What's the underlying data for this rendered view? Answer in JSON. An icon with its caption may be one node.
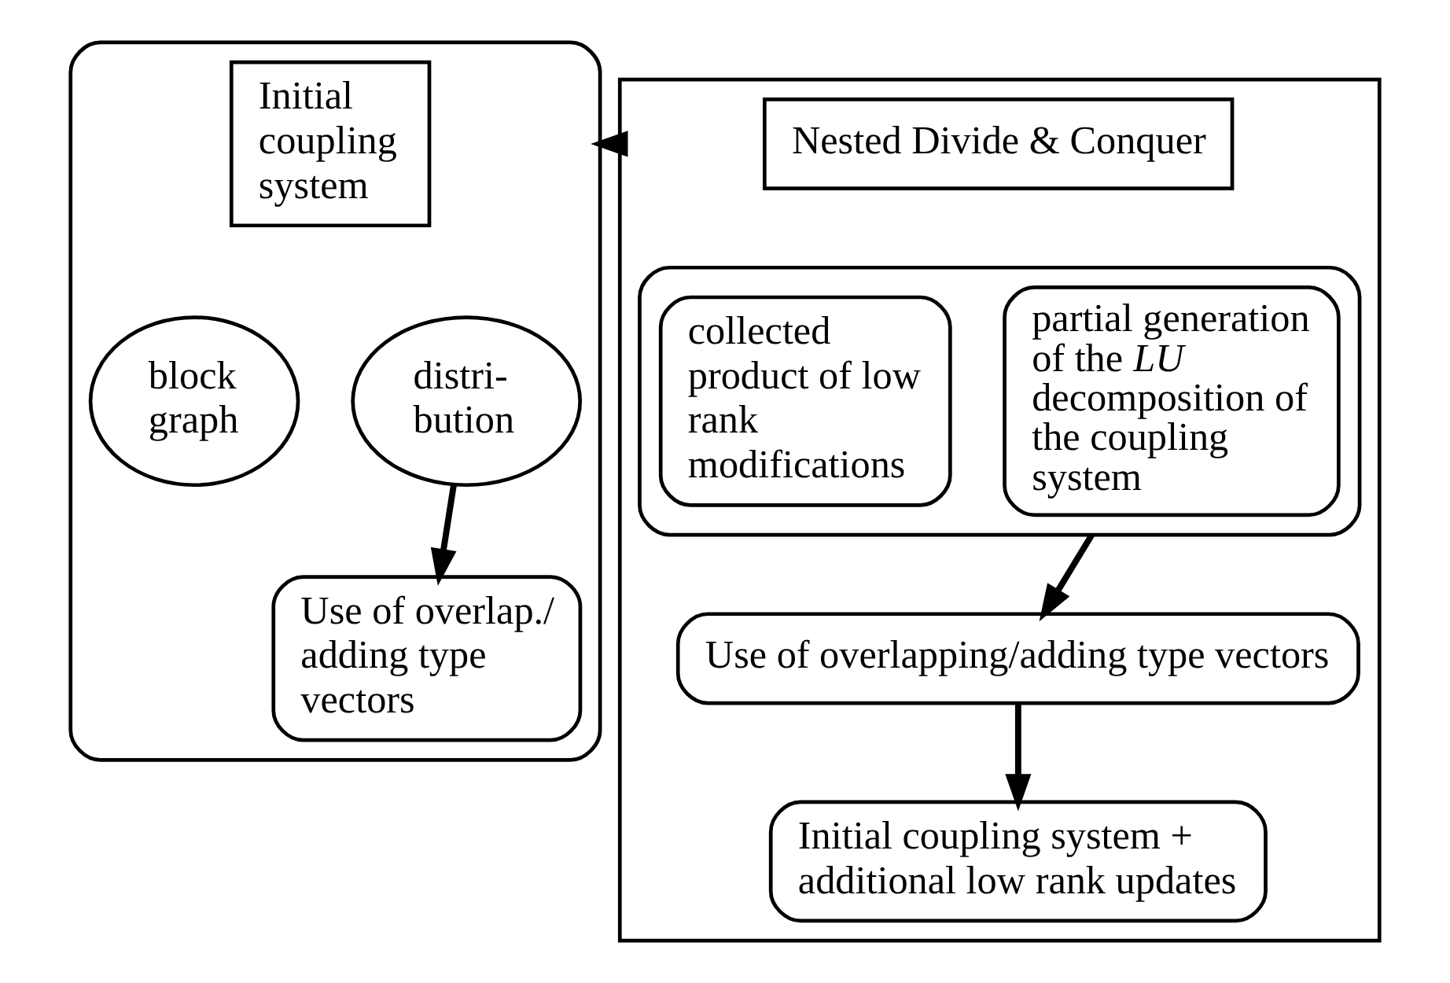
{
  "diagram": {
    "nodes": [
      {
        "text": [],
        "shape": "box"
      },
      {
        "text": [
          "Initial coupling system"
        ],
        "in": 0
      },
      {
        "text": [
          "block graph"
        ],
        "in": 0
      },
      {
        "text": [
          "distri- bution"
        ],
        "in": 0
      },
      {
        "text": [
          "Use of overlap./ adding type vectors"
        ],
        "in": 0
      },
      {
        "text": [],
        "shape": "octagon"
      },
      {
        "text": [
          "Nested Divide & Conquer"
        ],
        "in": 5
      },
      {
        "text": [],
        "shape": "box",
        "in": 5
      },
      {
        "text": [
          "partial generation of the *LU* decomposition of the coupling system"
        ],
        "in": 7
      },
      {
        "text": [
          "collected product of low rank modifications"
        ],
        "in": 7
      },
      {
        "text": [
          "Use of overlapping/adding type vectors"
        ],
        "in": 5
      },
      {
        "text": [
          "Initial coupling system + additional low rank updates"
        ],
        "in": 5
      }
    ],
    "edges": [
      {
        "from": 3,
        "to": 4,
        "arrow": "to"
      },
      {
        "from": 7,
        "to": 10,
        "arrow": "to"
      },
      {
        "from": 10,
        "to": 11,
        "arrow": "to"
      },
      {
        "from": 5,
        "to": 0,
        "arrow": "to"
      }
    ]
  }
}
